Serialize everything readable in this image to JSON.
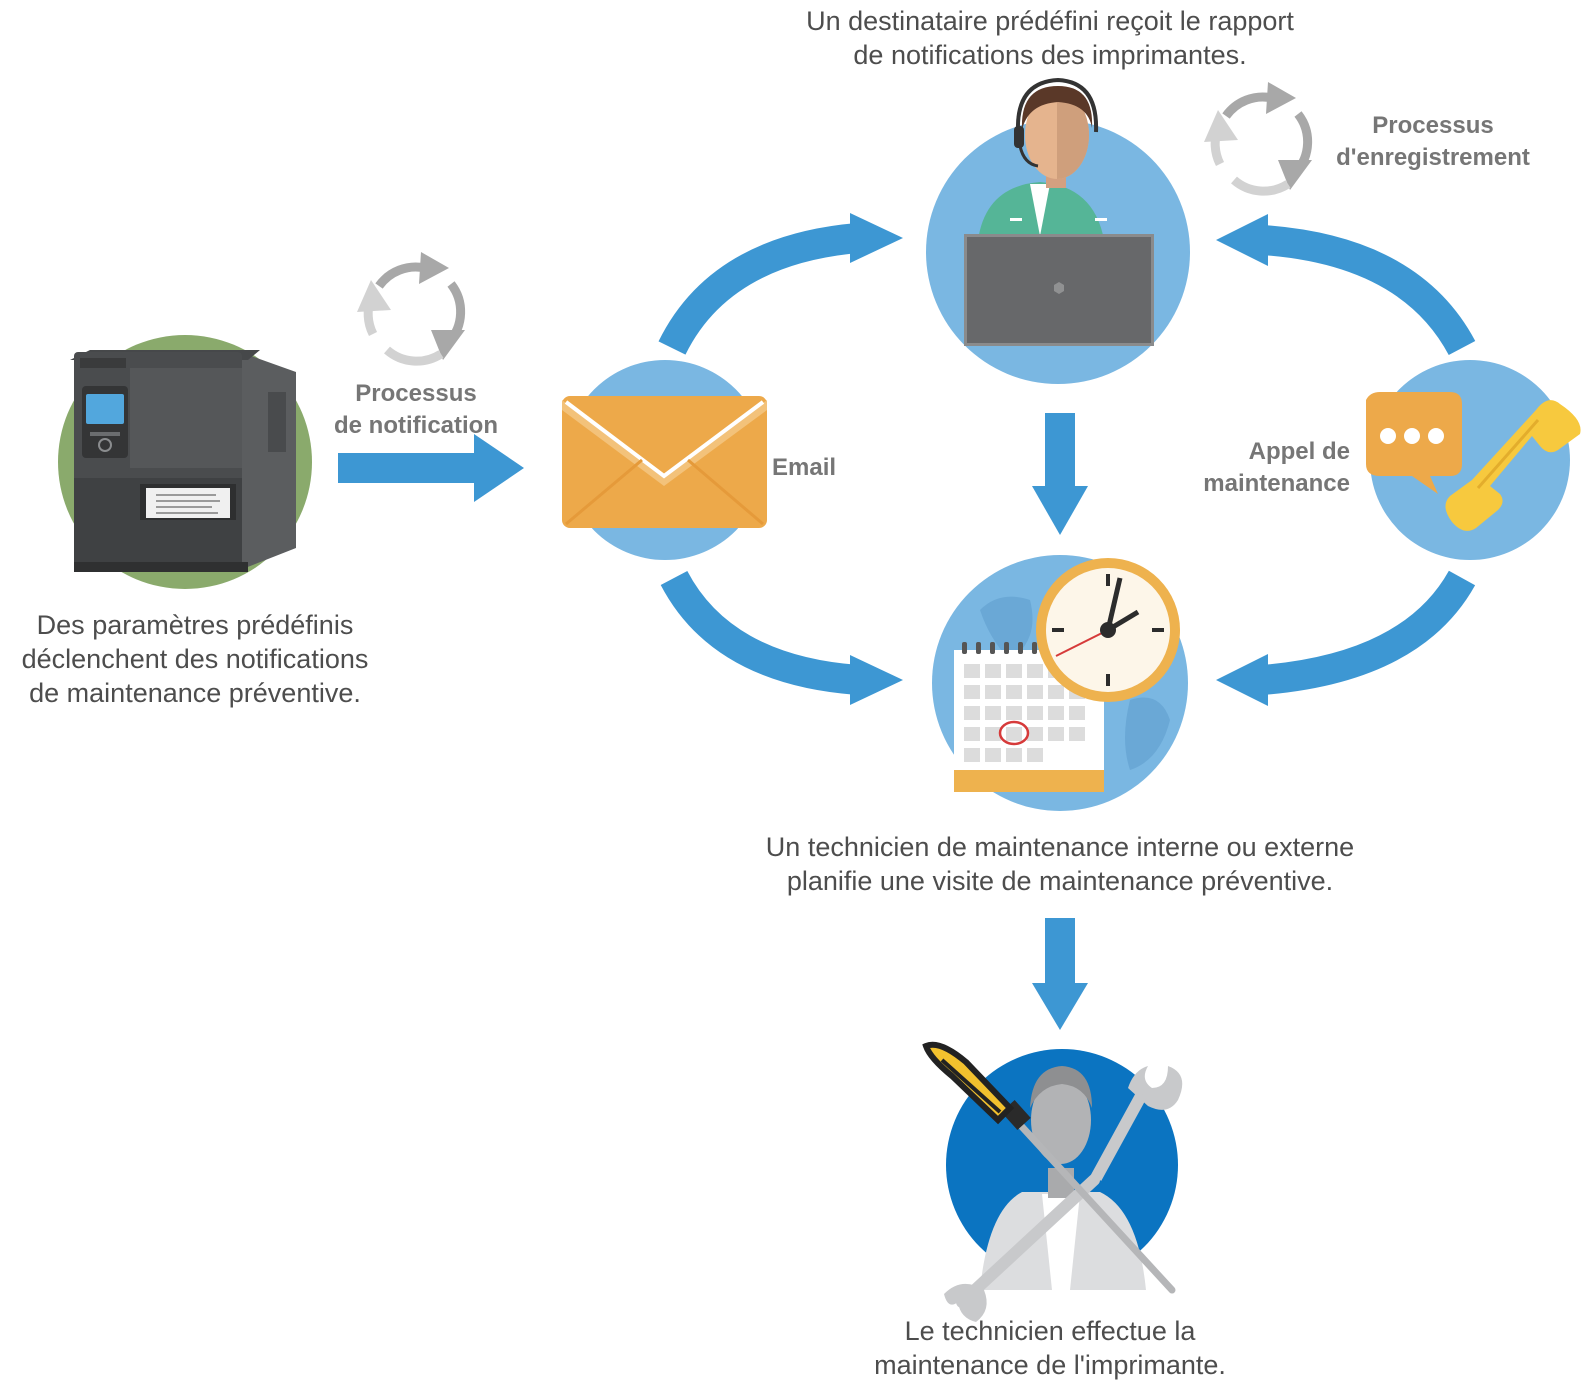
{
  "recipient_caption": [
    "Un destinataire prédéfini reçoit le rapport",
    "de notifications des imprimantes."
  ],
  "registration_label": [
    "Processus",
    "d'enregistrement"
  ],
  "notification_label": [
    "Processus",
    "de notification"
  ],
  "email_label": "Email",
  "call_label": [
    "Appel de",
    "maintenance"
  ],
  "printer_caption": [
    "Des paramètres prédéfinis",
    "déclenchent des notifications",
    "de maintenance préventive."
  ],
  "schedule_caption": [
    "Un technicien de maintenance interne ou externe",
    "planifie une visite de maintenance préventive."
  ],
  "technician_caption": [
    "Le technicien effectue la",
    "maintenance de l'imprimante."
  ],
  "icons": {
    "printer": "printer-icon",
    "recipient": "headset-operator-laptop-icon",
    "email": "envelope-icon",
    "call": "phone-chat-bubble-icon",
    "schedule": "calendar-clock-icon",
    "technician": "technician-tools-icon",
    "cycle": "refresh-cycle-icon"
  },
  "colors": {
    "arrow": "#3d97d3",
    "circle_light": "#7ab7e2",
    "circle_dark": "#0b74c1",
    "printer_bg": "#8aaa6c",
    "envelope": "#eeb24e",
    "phone": "#f7c93e",
    "cycle": "#a9a9a9"
  }
}
